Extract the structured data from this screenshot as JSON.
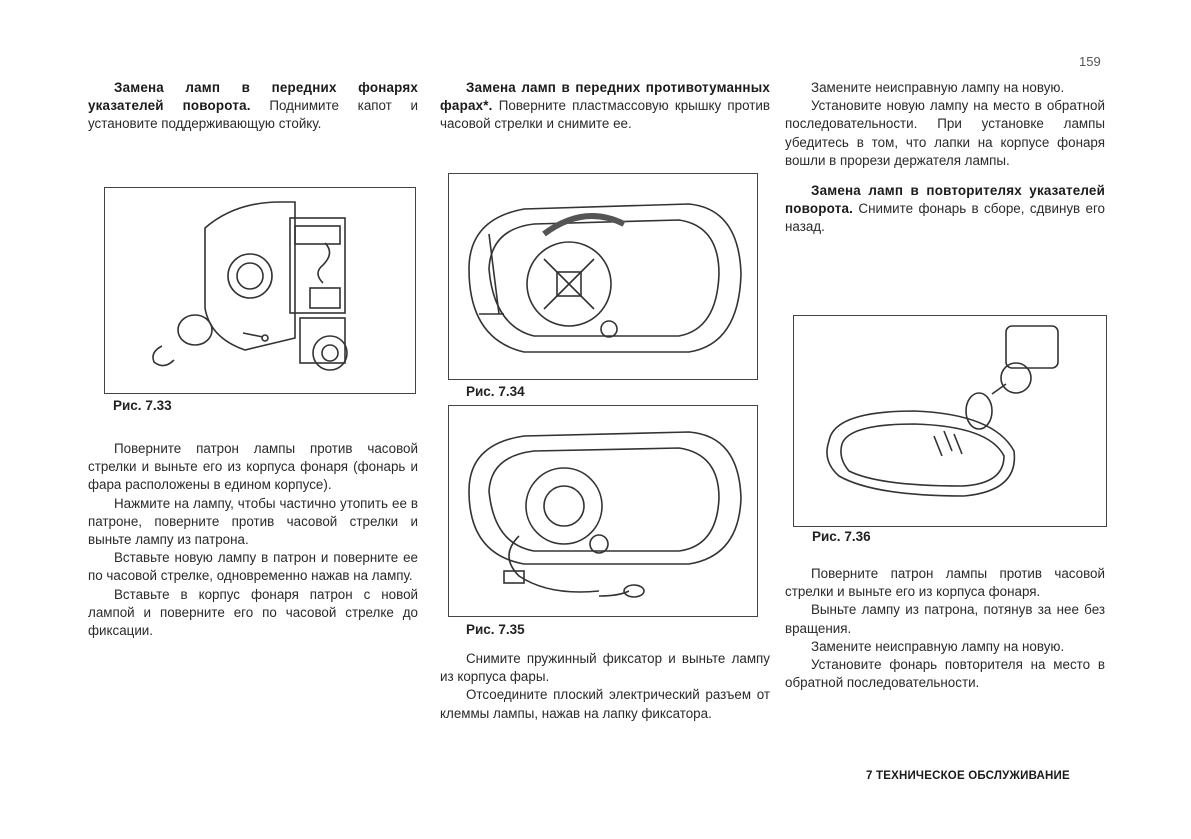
{
  "page_number": "159",
  "footer": "7 ТЕХНИЧЕСКОЕ ОБСЛУЖИВАНИЕ",
  "col1": {
    "heading": "Замена ламп в передних фонарях указателей поворота.",
    "intro": " Поднимите капот и установите поддерживающую стойку.",
    "fig_caption": "Рис. 7.33",
    "p1": "Поверните патрон лампы против часовой стрелки и выньте его из корпуса фонаря (фонарь и фара расположены в едином корпусе).",
    "p2": "Нажмите на лампу, чтобы частично утопить ее в патроне, поверните против часовой стрелки и выньте лампу из патрона.",
    "p3": "Вставьте новую лампу в патрон и поверните ее по часовой стрелке, одновременно нажав на лампу.",
    "p4": "Вставьте в корпус фонаря патрон с новой лампой и поверните его по часовой стрелке до фиксации."
  },
  "col2": {
    "heading": "Замена ламп в передних противотуманных фарах*.",
    "intro": " Поверните пластмассовую крышку против часовой стрелки и снимите ее.",
    "fig1_caption": "Рис. 7.34",
    "fig2_caption": "Рис. 7.35",
    "p1": "Снимите пружинный фиксатор и выньте лампу из корпуса фары.",
    "p2": "Отсоедините плоский электрический разъем от клеммы лампы, нажав на лапку фиксатора."
  },
  "col3": {
    "p0": "Замените неисправную лампу на новую.",
    "p1": "Установите новую лампу на место в обратной последовательности. При установке лампы убедитесь в том, что лапки на корпусе фонаря вошли в прорези держателя лампы.",
    "heading": "Замена ламп в повторителях указателей поворота.",
    "intro": " Снимите фонарь в сборе, сдвинув его назад.",
    "fig_caption": "Рис. 7.36",
    "p2": "Поверните патрон лампы против часовой стрелки и выньте его из корпуса фонаря.",
    "p3": "Выньте лампу из патрона, потянув за нее без вращения.",
    "p4": "Замените неисправную лампу на новую.",
    "p5": "Установите фонарь повторителя на место в обратной последовательности."
  }
}
